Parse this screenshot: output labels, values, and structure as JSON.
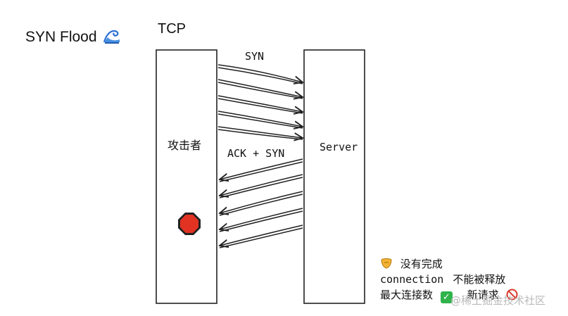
{
  "title": "SYN Flood",
  "title_icon": "wave-icon",
  "protocol_label": "TCP",
  "attacker_label": "攻击者",
  "server_label": "Server",
  "syn_label": "SYN",
  "ack_syn_label": "ACK + SYN",
  "stop_icon": "stop-sign-icon",
  "notes": {
    "line1_text": "没有完成",
    "line2_word": "connection",
    "line2_text": "不能被释放",
    "line3_text": "最大连接数",
    "line3_check": "✓",
    "line3_text2": "新请求"
  },
  "watermark": "@稀土掘金技术社区",
  "colors": {
    "stroke": "#222222",
    "stop_red": "#e23322",
    "check_green": "#2fb34a",
    "prohibit_red": "#d9382b"
  }
}
